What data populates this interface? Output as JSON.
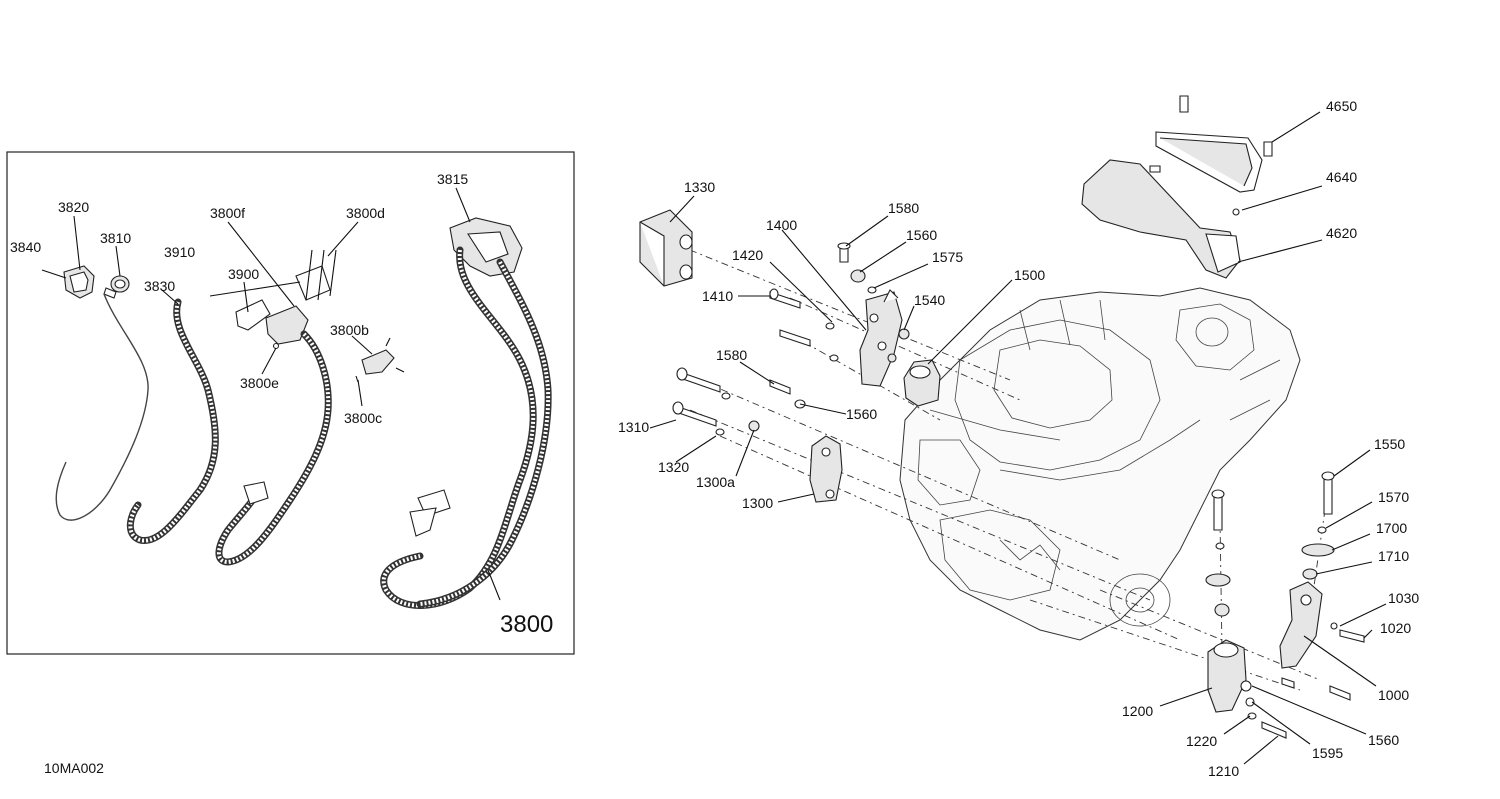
{
  "reference_code": "10MA002",
  "inset_labels": [
    {
      "id": "3840",
      "text": "3840"
    },
    {
      "id": "3820",
      "text": "3820"
    },
    {
      "id": "3810",
      "text": "3810"
    },
    {
      "id": "3830",
      "text": "3830"
    },
    {
      "id": "3910",
      "text": "3910"
    },
    {
      "id": "3900",
      "text": "3900"
    },
    {
      "id": "3800f",
      "text": "3800f"
    },
    {
      "id": "3800d",
      "text": "3800d"
    },
    {
      "id": "3800b",
      "text": "3800b"
    },
    {
      "id": "3800e",
      "text": "3800e"
    },
    {
      "id": "3800c",
      "text": "3800c"
    },
    {
      "id": "3815",
      "text": "3815"
    }
  ],
  "inset_main_label": "3800",
  "main_labels": [
    {
      "id": "1330",
      "text": "1330"
    },
    {
      "id": "1400",
      "text": "1400"
    },
    {
      "id": "1420",
      "text": "1420"
    },
    {
      "id": "1410",
      "text": "1410"
    },
    {
      "id": "1580a",
      "text": "1580"
    },
    {
      "id": "1560a",
      "text": "1560"
    },
    {
      "id": "1575",
      "text": "1575"
    },
    {
      "id": "1500",
      "text": "1500"
    },
    {
      "id": "1540",
      "text": "1540"
    },
    {
      "id": "1580b",
      "text": "1580"
    },
    {
      "id": "1560b",
      "text": "1560"
    },
    {
      "id": "1310",
      "text": "1310"
    },
    {
      "id": "1320",
      "text": "1320"
    },
    {
      "id": "1300a",
      "text": "1300a"
    },
    {
      "id": "1300",
      "text": "1300"
    },
    {
      "id": "4650",
      "text": "4650"
    },
    {
      "id": "4640",
      "text": "4640"
    },
    {
      "id": "4620",
      "text": "4620"
    },
    {
      "id": "1550",
      "text": "1550"
    },
    {
      "id": "1570",
      "text": "1570"
    },
    {
      "id": "1700",
      "text": "1700"
    },
    {
      "id": "1710",
      "text": "1710"
    },
    {
      "id": "1030",
      "text": "1030"
    },
    {
      "id": "1020",
      "text": "1020"
    },
    {
      "id": "1000",
      "text": "1000"
    },
    {
      "id": "1200",
      "text": "1200"
    },
    {
      "id": "1560c",
      "text": "1560"
    },
    {
      "id": "1220",
      "text": "1220"
    },
    {
      "id": "1595",
      "text": "1595"
    },
    {
      "id": "1210",
      "text": "1210"
    }
  ]
}
